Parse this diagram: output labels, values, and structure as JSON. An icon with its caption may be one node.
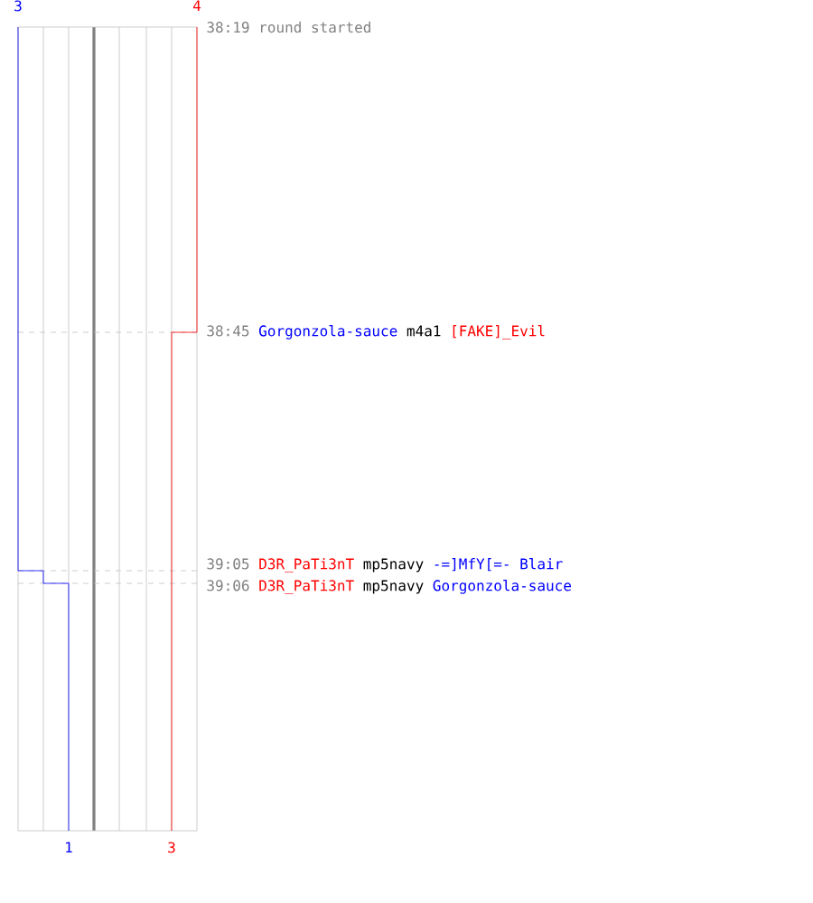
{
  "diagram": {
    "labels": [
      "3",
      "4",
      "38:19",
      "round started",
      "38:45",
      "Gorgonzola-sauce",
      "m4a1",
      "[FAKE]_Evil",
      "39:05",
      "D3R_PaTi3nT",
      "mp5navy",
      "-=]MfY[=- Blair",
      "39:06",
      "D3R_PaTi3nT",
      "mp5navy",
      "Gorgonzola-sauce",
      "1",
      "3"
    ]
  }
}
